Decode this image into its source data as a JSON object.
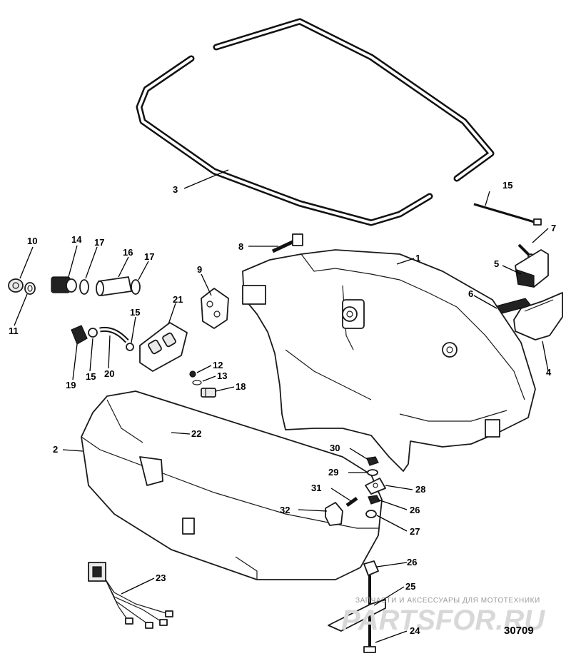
{
  "diagram": {
    "drawing_number": "30709",
    "callouts": [
      {
        "id": "c1",
        "label": "1"
      },
      {
        "id": "c2",
        "label": "2"
      },
      {
        "id": "c3",
        "label": "3"
      },
      {
        "id": "c4",
        "label": "4"
      },
      {
        "id": "c5",
        "label": "5"
      },
      {
        "id": "c6",
        "label": "6"
      },
      {
        "id": "c7",
        "label": "7"
      },
      {
        "id": "c8",
        "label": "8"
      },
      {
        "id": "c9",
        "label": "9"
      },
      {
        "id": "c10",
        "label": "10"
      },
      {
        "id": "c11",
        "label": "11"
      },
      {
        "id": "c12",
        "label": "12"
      },
      {
        "id": "c13",
        "label": "13"
      },
      {
        "id": "c14",
        "label": "14"
      },
      {
        "id": "c15a",
        "label": "15"
      },
      {
        "id": "c15b",
        "label": "15"
      },
      {
        "id": "c15c",
        "label": "15"
      },
      {
        "id": "c16",
        "label": "16"
      },
      {
        "id": "c17a",
        "label": "17"
      },
      {
        "id": "c17b",
        "label": "17"
      },
      {
        "id": "c18",
        "label": "18"
      },
      {
        "id": "c19",
        "label": "19"
      },
      {
        "id": "c20",
        "label": "20"
      },
      {
        "id": "c21",
        "label": "21"
      },
      {
        "id": "c22",
        "label": "22"
      },
      {
        "id": "c23",
        "label": "23"
      },
      {
        "id": "c24",
        "label": "24"
      },
      {
        "id": "c25",
        "label": "25"
      },
      {
        "id": "c26a",
        "label": "26"
      },
      {
        "id": "c26b",
        "label": "26"
      },
      {
        "id": "c27",
        "label": "27"
      },
      {
        "id": "c28",
        "label": "28"
      },
      {
        "id": "c29",
        "label": "29"
      },
      {
        "id": "c30",
        "label": "30"
      },
      {
        "id": "c31",
        "label": "31"
      },
      {
        "id": "c32",
        "label": "32"
      }
    ]
  },
  "watermark": {
    "tagline": "ЗАПЧАСТИ И АКСЕССУАРЫ ДЛЯ МОТОТЕХНИКИ",
    "brand": "PARTSFOR.RU"
  }
}
